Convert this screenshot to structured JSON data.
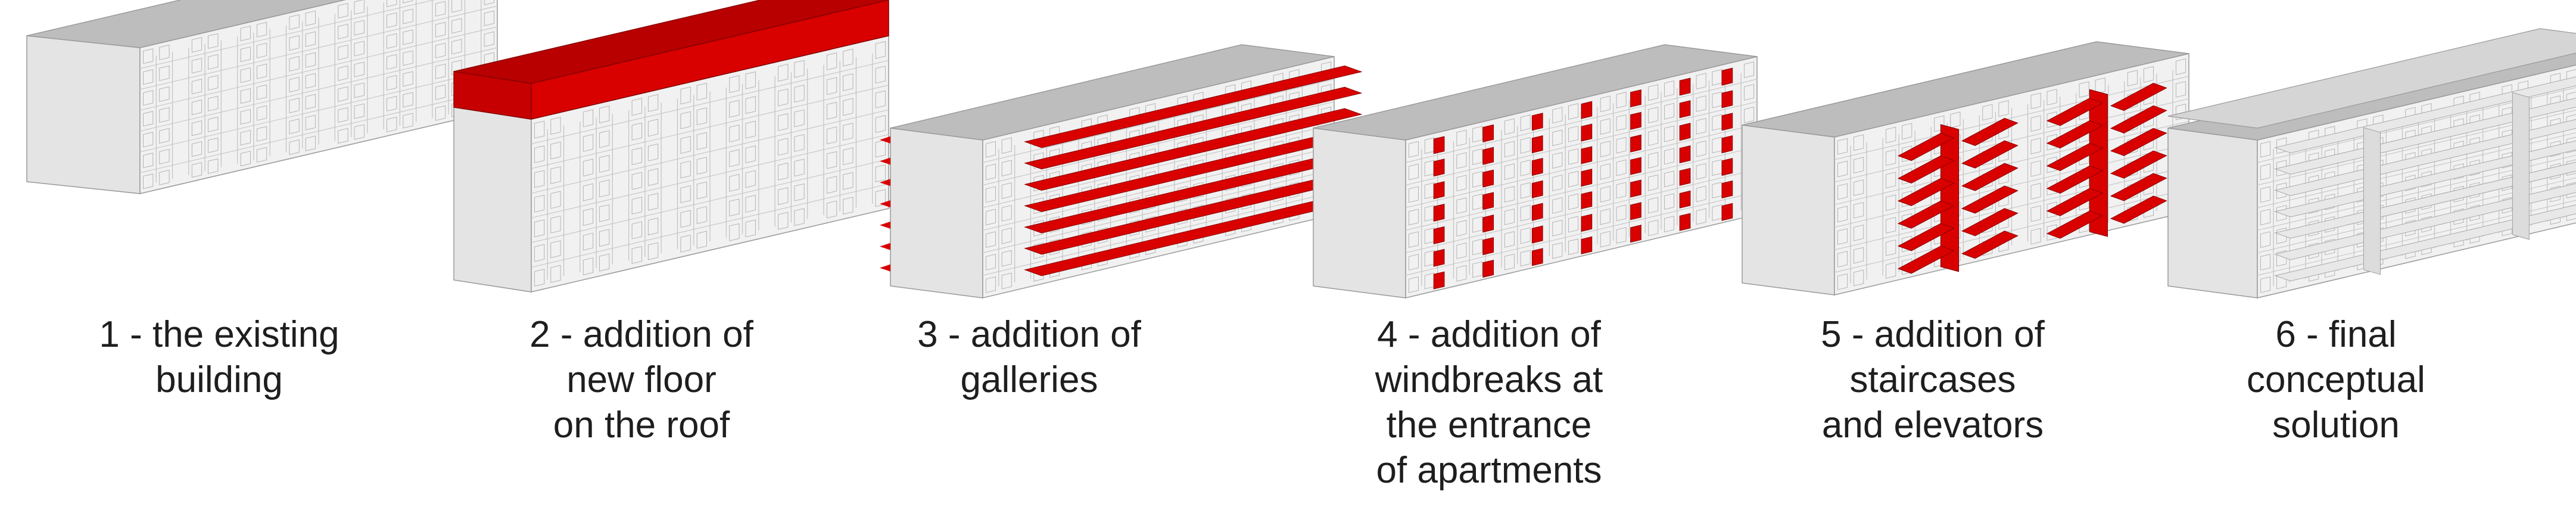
{
  "colors": {
    "accent": "#d90000",
    "accent_top": "#b80000",
    "wall_front": "#f1f1f1",
    "wall_side": "#e4e4e4",
    "roof": "#bdbdbd",
    "lines": "#9a9a9a",
    "text": "#1e1e1e"
  },
  "steps": [
    {
      "id": "existing",
      "icon": "existing-building-icon",
      "lines": [
        "1 - the existing",
        "building"
      ]
    },
    {
      "id": "roof",
      "icon": "new-roof-floor-icon",
      "lines": [
        "2 - addition of",
        "new floor",
        "on the roof"
      ]
    },
    {
      "id": "galleries",
      "icon": "galleries-icon",
      "lines": [
        "3 - addition of",
        "galleries"
      ]
    },
    {
      "id": "windbreaks",
      "icon": "windbreaks-icon",
      "lines": [
        "4 - addition of",
        "windbreaks at",
        "the entrance",
        "of apartments"
      ]
    },
    {
      "id": "stairs",
      "icon": "staircases-elevators-icon",
      "lines": [
        "5 - addition of",
        "staircases",
        "and elevators"
      ]
    },
    {
      "id": "final",
      "icon": "final-solution-icon",
      "lines": [
        "6 - final",
        "conceptual",
        "solution"
      ]
    }
  ]
}
